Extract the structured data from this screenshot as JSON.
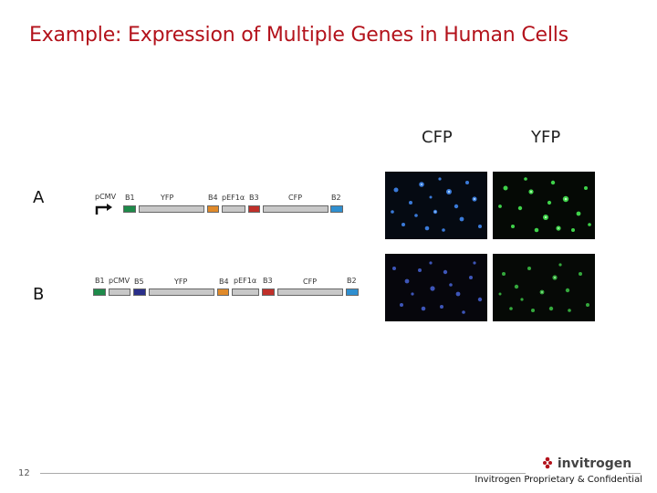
{
  "title": "Example: Expression of Multiple Genes in Human Cells",
  "columns": {
    "cfp": "CFP",
    "yfp": "YFP"
  },
  "rows": {
    "a": {
      "label": "A",
      "promoter": "pCMV",
      "b1": "B1",
      "yfp": "YFP",
      "b4": "B4",
      "pef1a": "pEF1α",
      "b3": "B3",
      "cfp": "CFP",
      "b2": "B2"
    },
    "b": {
      "label": "B",
      "b1": "B1",
      "promoter": "pCMV",
      "b5": "B5",
      "yfp": "YFP",
      "b4": "B4",
      "pef1a": "pEF1α",
      "b3": "B3",
      "cfp": "CFP",
      "b2": "B2"
    }
  },
  "colors": {
    "title": "#b3121b",
    "b1": "#1e8a4a",
    "b4": "#e08a2a",
    "b3": "#c0302a",
    "b2": "#2f8fd0",
    "b5": "#2a2f8a",
    "cfp_fluor": "#3a7ad8",
    "yfp_fluor": "#3fd24a"
  },
  "footer": {
    "slide_number": "12",
    "logo_text": "invitrogen",
    "confidential": "Invitrogen Proprietary & Confidential"
  }
}
